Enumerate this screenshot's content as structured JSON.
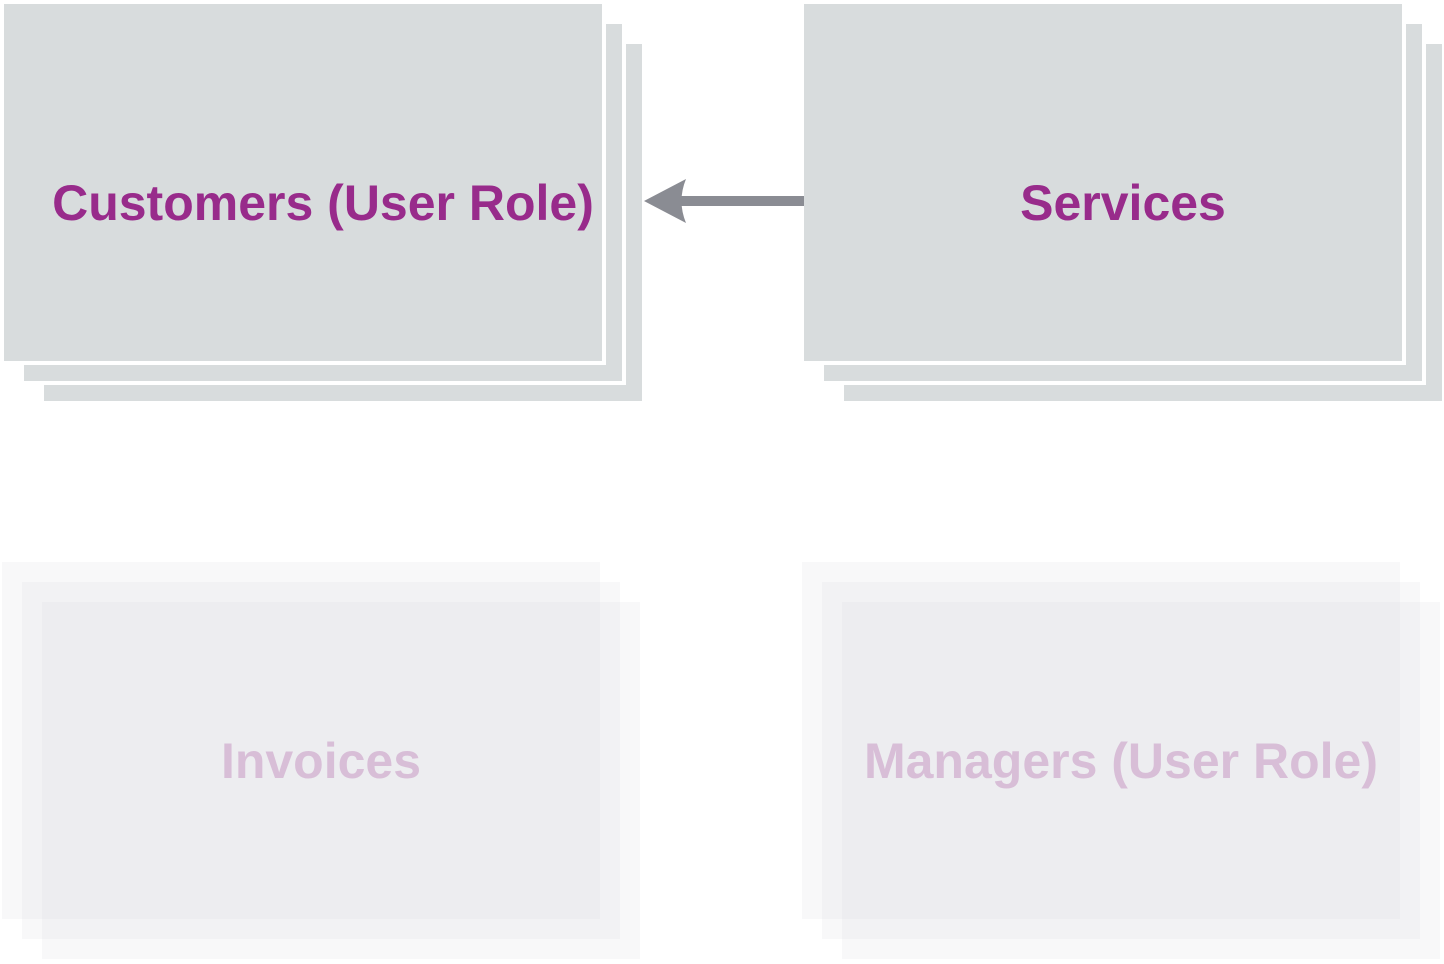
{
  "diagram": {
    "title": "",
    "nodes": [
      {
        "id": "customers",
        "label": "Customers (User Role)",
        "state": "highlighted"
      },
      {
        "id": "services",
        "label": "Services",
        "state": "highlighted"
      },
      {
        "id": "invoices",
        "label": "Invoices",
        "state": "faded"
      },
      {
        "id": "managers",
        "label": "Managers (User Role)",
        "state": "faded"
      }
    ],
    "edges": [
      {
        "from": "services",
        "to": "customers",
        "direction": "left"
      }
    ],
    "colors": {
      "background": "#ffffff",
      "card_fill": "#d8dcdd",
      "card_outline": "#ffffff",
      "label_highlighted": "#982b8b",
      "label_faded": "#dcc3d8",
      "arrow": "#8a8c93"
    }
  }
}
